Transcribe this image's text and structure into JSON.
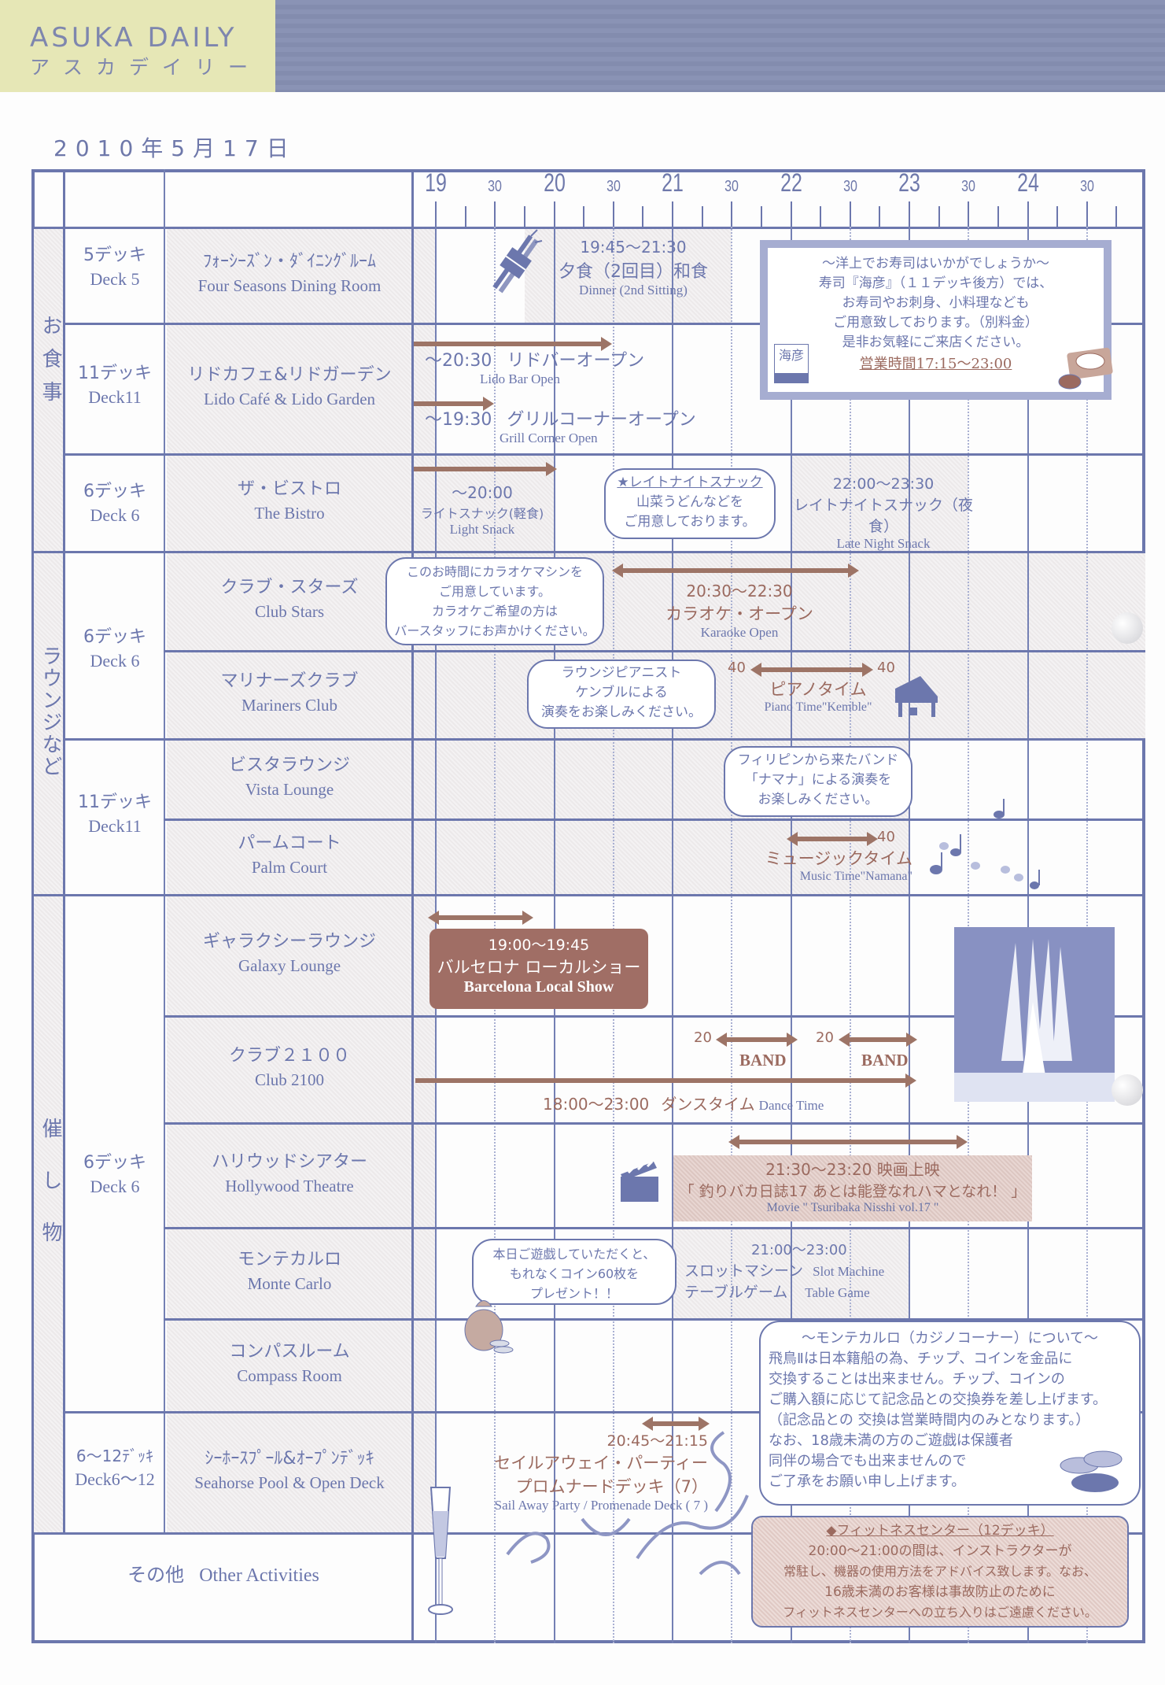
{
  "header": {
    "brand": "ASUKA DAILY",
    "brand_kana": "アスカデイリー",
    "date": "2010年5月17日",
    "colors": {
      "header_left": "#e6e7b6",
      "header_right": "#878fb1",
      "ink": "#6c77ad",
      "accent_brown": "#9b6a5f"
    }
  },
  "timeline": {
    "hours": [
      "19",
      "20",
      "21",
      "22",
      "23",
      "24"
    ],
    "half_label": "30"
  },
  "categories": [
    {
      "label": "お食事"
    },
    {
      "label": "ラウンジなど"
    },
    {
      "label": "催し物"
    }
  ],
  "decks": [
    {
      "jp": "5デッキ",
      "en": "Deck 5"
    },
    {
      "jp": "11デッキ",
      "en": "Deck11"
    },
    {
      "jp": "6デッキ",
      "en": "Deck 6"
    },
    {
      "jp": "6デッキ",
      "en": "Deck 6"
    },
    {
      "jp": "11デッキ",
      "en": "Deck11"
    },
    {
      "jp": "6デッキ",
      "en": "Deck 6"
    },
    {
      "jp": "6〜12ﾃﾞｯｷ",
      "en": "Deck6〜12"
    }
  ],
  "venues": [
    {
      "jp": "ﾌｫｰｼｰｽﾞﾝ・ﾀﾞｲﾆﾝｸﾞﾙｰﾑ",
      "en": "Four Seasons Dining Room"
    },
    {
      "jp": "リドカフェ&リドガーデン",
      "en": "Lido Café & Lido Garden"
    },
    {
      "jp": "ザ・ビストロ",
      "en": "The Bistro"
    },
    {
      "jp": "クラブ・スターズ",
      "en": "Club Stars"
    },
    {
      "jp": "マリナーズクラブ",
      "en": "Mariners Club"
    },
    {
      "jp": "ビスタラウンジ",
      "en": "Vista Lounge"
    },
    {
      "jp": "パームコート",
      "en": "Palm Court"
    },
    {
      "jp": "ギャラクシーラウンジ",
      "en": "Galaxy Lounge"
    },
    {
      "jp": "クラブ２１００",
      "en": "Club 2100"
    },
    {
      "jp": "ハリウッドシアター",
      "en": "Hollywood Theatre"
    },
    {
      "jp": "モンテカルロ",
      "en": "Monte Carlo"
    },
    {
      "jp": "コンパスルーム",
      "en": "Compass Room"
    },
    {
      "jp": "ｼｰﾎｰｽﾌﾟｰﾙ&ｵｰﾌﾟﾝﾃﾞｯｷ",
      "en": "Seahorse Pool & Open Deck"
    }
  ],
  "other": {
    "jp": "その他",
    "en": "Other Activities"
  },
  "events": {
    "dinner": {
      "time": "19:45〜21:30",
      "jp": "夕食（2回目）和食",
      "en": "Dinner (2nd Sitting)",
      "start": "19:45",
      "end": "21:30"
    },
    "lido_bar": {
      "time": "〜20:30",
      "jp": "リドバーオープン",
      "en": "Lido Bar Open",
      "end": "20:30"
    },
    "grill": {
      "time": "〜19:30",
      "jp": "グリルコーナーオープン",
      "en": "Grill Corner Open",
      "end": "19:30"
    },
    "light_snack": {
      "time": "〜20:00",
      "jp": "ライトスナック(軽食)",
      "en": "Light Snack",
      "end": "20:00"
    },
    "late_snack_note": {
      "title": "★レイトナイトスナック",
      "lines": [
        "山菜うどんなどを",
        "ご用意しております。"
      ]
    },
    "late_snack": {
      "time": "22:00〜23:30",
      "jp": "レイトナイトスナック（夜食）",
      "en": "Late Night Snack",
      "start": "22:00",
      "end": "23:30"
    },
    "sushi": {
      "lines": [
        "〜洋上でお寿司はいかがでしょうか〜",
        "寿司『海彦』（１１デッキ後方）では、",
        "お寿司やお刺身、小料理なども",
        "ご用意致しております。（別料金）",
        "是非お気軽にご来店ください。"
      ],
      "hours": "営業時間17:15〜23:00",
      "logo": "海彦"
    },
    "karaoke_note": {
      "lines": [
        "このお時間にカラオケマシンを",
        "ご用意しています。",
        "カラオケご希望の方は",
        "バースタッフにお声かけください。"
      ]
    },
    "karaoke": {
      "time": "20:30〜22:30",
      "jp": "カラオケ・オープン",
      "en": "Karaoke Open",
      "start": "20:30",
      "end": "22:30"
    },
    "piano_note": {
      "lines": [
        "ラウンジピアニスト",
        "ケンブルによる",
        "演奏をお楽しみください。"
      ]
    },
    "piano": {
      "start_label": "40",
      "end_label": "40",
      "jp": "ピアノタイム",
      "en": "Piano Time\"Kemble\"",
      "start": "21:40",
      "end": "22:40"
    },
    "music_note": {
      "lines": [
        "フィリピンから来たバンド",
        "「ナマナ」による演奏を",
        "お楽しみください。"
      ]
    },
    "music": {
      "end_label": "40",
      "jp": "ミュージックタイム",
      "en": "Music Time\"Namana\"",
      "start": "22:00",
      "end": "22:40"
    },
    "barcelona": {
      "time": "19:00〜19:45",
      "jp": "バルセロナ ローカルショー",
      "en": "Barcelona Local Show",
      "start": "19:00",
      "end": "19:45"
    },
    "band1": {
      "label": "20",
      "jp": "BAND",
      "start": "21:20",
      "end": "22:00"
    },
    "band2": {
      "label": "20",
      "jp": "BAND",
      "start": "22:20",
      "end": "23:00"
    },
    "dance": {
      "time": "18:00〜23:00",
      "jp": "ダンスタイム",
      "en": "Dance Time",
      "end": "23:00"
    },
    "movie": {
      "time_title": "21:30〜23:20 映画上映",
      "jp": "「 釣りバカ日誌17 あとは能登なれハマとなれ！ 」",
      "en": "Movie \" Tsuribaka Nisshi vol.17 \"",
      "start": "21:30",
      "end": "23:20"
    },
    "casino_note": {
      "lines": [
        "本日ご遊戯していただくと、",
        "もれなくコイン60枚を",
        "プレゼント！！"
      ]
    },
    "casino": {
      "time": "21:00〜23:00",
      "line1_jp": "スロットマシーン",
      "line1_en": "Slot Machine",
      "line2_jp": "テーブルゲーム",
      "line2_en": "Table Game"
    },
    "casino_info": {
      "lines": [
        "〜モンテカルロ（カジノコーナー）について〜",
        "飛鳥Ⅱは日本籍船の為、チップ、コインを金品に",
        "交換することは出来ません。チップ、コインの",
        "ご購入額に応じて記念品との交換券を差し上げます。",
        "（記念品との 交換は営業時間内のみとなります。）",
        "なお、18歳未満の方のご遊戯は保護者",
        "同伴の場合でも出来ませんので",
        "ご了承をお願い申し上げます。"
      ]
    },
    "sailaway": {
      "time": "20:45〜21:15",
      "jp1": "セイルアウェイ・パーティー",
      "jp2": "プロムナードデッキ（7）",
      "en": "Sail Away Party / Promenade Deck ( 7 )",
      "start": "20:45",
      "end": "21:15"
    },
    "fitness": {
      "title": "◆フィットネスセンター（12デッキ）",
      "lines": [
        "20:00〜21:00の間は、インストラクターが",
        "常駐し、機器の使用方法をアドバイス致します。なお、",
        "16歳未満のお客様は事故防止のために",
        "フィットネスセンターへの立ち入りはご遠慮ください。"
      ]
    }
  }
}
